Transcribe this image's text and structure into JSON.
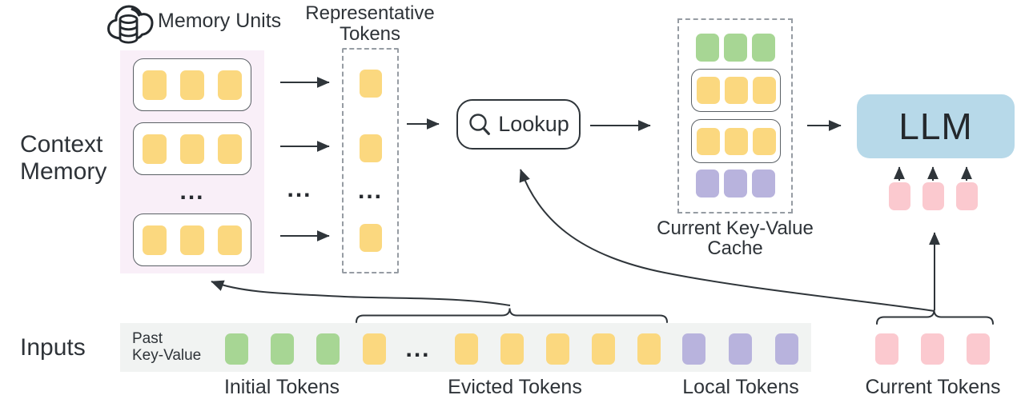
{
  "colors": {
    "yellow": "#FBD87F",
    "green": "#A7D694",
    "purple": "#B8B3DD",
    "pink": "#FBC9CF",
    "llm_blue": "#B7D9E9",
    "memory_bg": "#F9EFF8",
    "strip_bg": "#F1F3F2",
    "stroke": "#2F353A",
    "text": "#2E3338"
  },
  "icons": {
    "memory_units": "cloud-database-icon",
    "lookup": "magnifier-icon"
  },
  "context_memory": {
    "label": "Context\nMemory",
    "memory_units_title": "Memory Units",
    "ellipsis": "...",
    "units": [
      {
        "count": 3,
        "color": "yellow"
      },
      {
        "count": 3,
        "color": "yellow"
      },
      {
        "count": 3,
        "color": "yellow"
      }
    ]
  },
  "between_ellipsis": "...",
  "representative": {
    "title": "Representative\nTokens",
    "ellipsis": "...",
    "slots": [
      {
        "count": 1,
        "color": "yellow"
      },
      {
        "count": 1,
        "color": "yellow"
      },
      {
        "count": 1,
        "color": "yellow"
      }
    ]
  },
  "lookup": {
    "label": "Lookup"
  },
  "cache": {
    "caption": "Current Key-Value\nCache",
    "rows": [
      {
        "count": 3,
        "color": "green",
        "boxed": false
      },
      {
        "count": 3,
        "color": "yellow",
        "boxed": true
      },
      {
        "count": 3,
        "color": "yellow",
        "boxed": true
      },
      {
        "count": 3,
        "color": "purple",
        "boxed": false
      }
    ]
  },
  "llm": {
    "label": "LLM",
    "input_tokens": {
      "count": 3,
      "color": "pink"
    }
  },
  "inputs": {
    "label": "Inputs",
    "past_key_value": "Past\nKey-Value",
    "ellipsis": "...",
    "groups": {
      "initial": {
        "count": 3,
        "color": "green"
      },
      "evicted_head": {
        "count": 1,
        "color": "yellow"
      },
      "evicted_tail": {
        "count": 5,
        "color": "yellow"
      },
      "local": {
        "count": 3,
        "color": "purple"
      },
      "current": {
        "count": 3,
        "color": "pink"
      }
    },
    "captions": {
      "initial": "Initial Tokens",
      "evicted": "Evicted Tokens",
      "local": "Local Tokens",
      "current": "Current Tokens"
    }
  }
}
